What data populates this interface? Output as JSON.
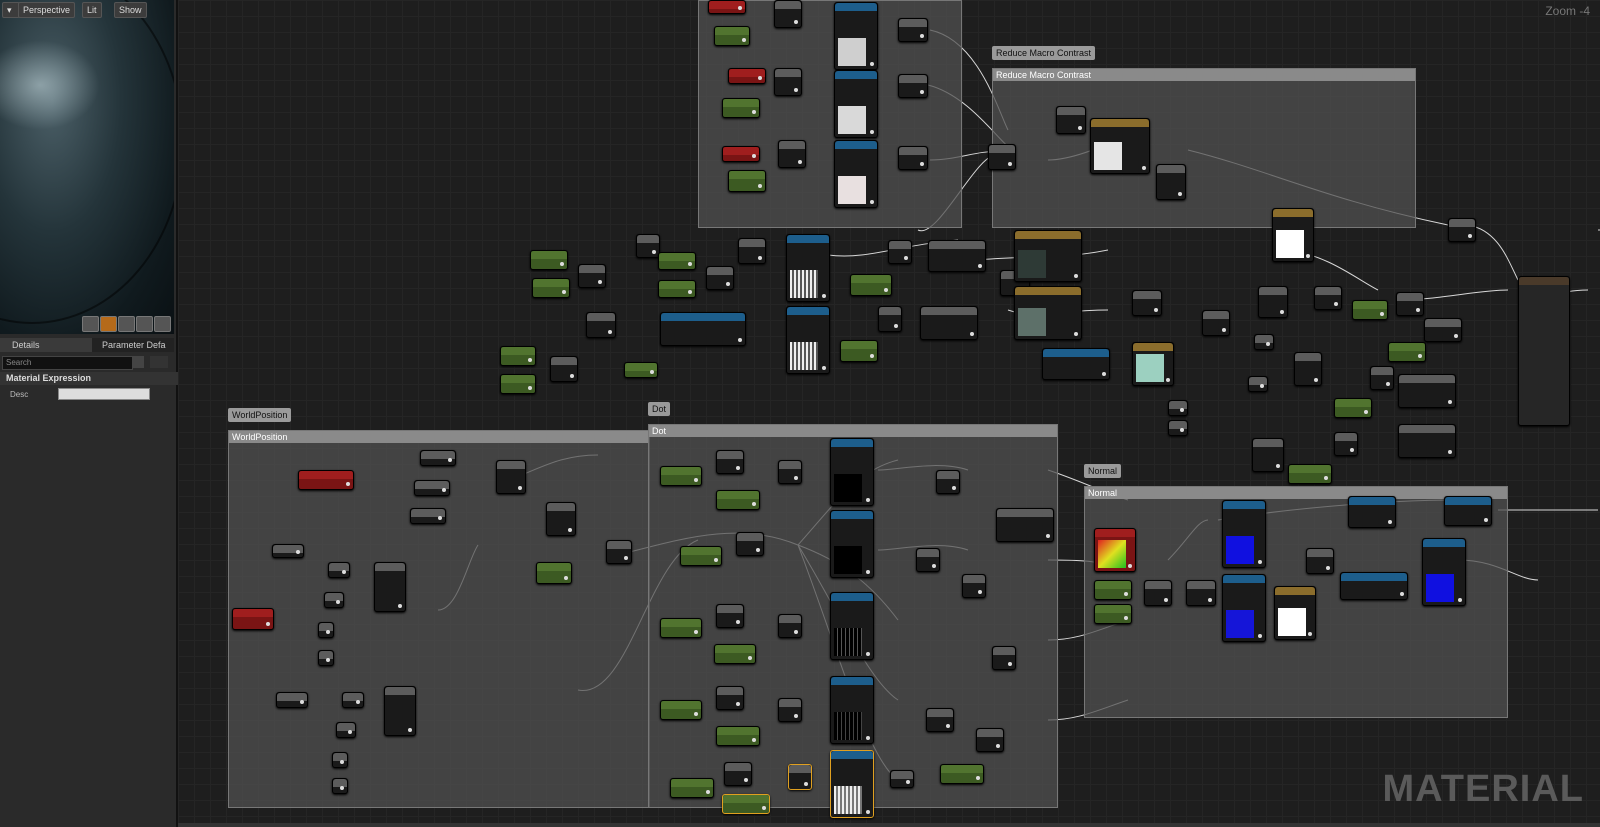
{
  "viewport": {
    "perspective_label": "Perspective",
    "lit_label": "Lit",
    "show_label": "Show"
  },
  "panel_tabs": {
    "details_label": "Details",
    "params_label": "Parameter Defa"
  },
  "details": {
    "search_placeholder": "Search",
    "section_title": "Material Expression",
    "desc_label": "Desc"
  },
  "graph": {
    "zoom_label": "Zoom -4",
    "watermark": "MATERIAL",
    "comments": {
      "reduce_macro_contrast": "Reduce Macro Contrast",
      "world_position": "WorldPosition",
      "dot": "Dot",
      "normal": "Normal"
    },
    "colors": {
      "green_param": "#51742f",
      "red_param": "#a01e1e",
      "texture_sample": "#1d5e8c",
      "function": "#8b6d2c",
      "math": "#5c5c5c"
    }
  }
}
